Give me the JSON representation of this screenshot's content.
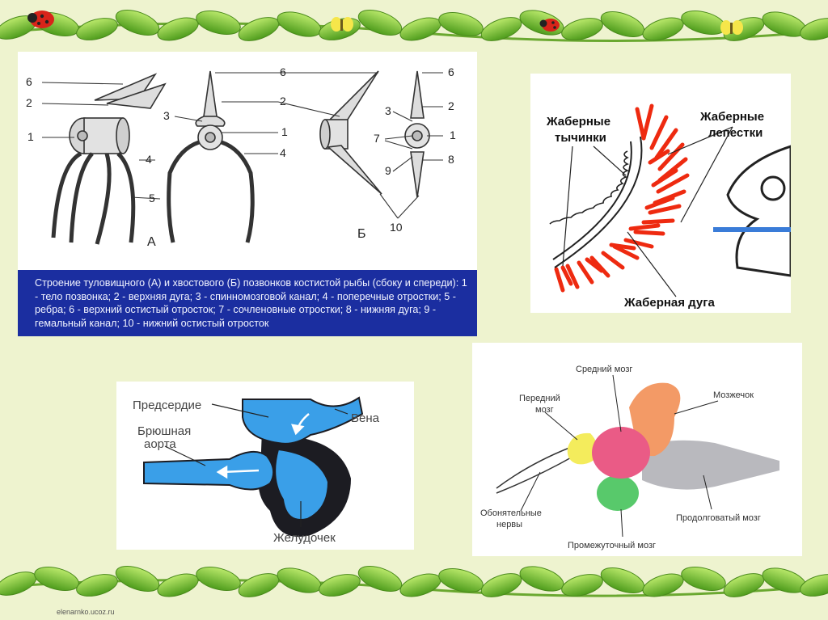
{
  "vertebra": {
    "labels": {
      "n1": "1",
      "n2": "2",
      "n3": "3",
      "n4": "4",
      "n5": "5",
      "n6": "6",
      "n7": "7",
      "n8": "8",
      "n9": "9",
      "n10": "10",
      "letter_a": "А",
      "letter_b": "Б"
    },
    "caption": "Строение туловищного (А) и хвостового (Б) позвонков костистой рыбы (сбоку и спереди): 1 - тело позвонка; 2 - верхняя дуга; 3 - спинномозговой канал; 4 - поперечные отростки; 5 - ребра; 6 - верхний остистый отросток; 7 - сочленовные отростки; 8 - нижняя дуга; 9 - гемальный канал; 10 - нижний остистый отросток"
  },
  "gill": {
    "rakers_line1": "Жаберные",
    "rakers_line2": "тычинки",
    "filaments_line1": "Жаберные",
    "filaments_line2": "лепестки",
    "arch": "Жаберная дуга"
  },
  "heart": {
    "atrium": "Предсердие",
    "aorta_line1": "Брюшная",
    "aorta_line2": "аорта",
    "vein": "Вена",
    "ventricle": "Желудочек"
  },
  "brain": {
    "midbrain": "Средний мозг",
    "forebrain_line1": "Передний",
    "forebrain_line2": "мозг",
    "cerebellum": "Мозжечок",
    "olfactory_line1": "Обонятельные",
    "olfactory_line2": "нервы",
    "medulla": "Продолговатый мозг",
    "diencephalon": "Промежуточный мозг"
  },
  "footer": {
    "credit": "elenarnko.ucoz.ru"
  },
  "colors": {
    "caption_bg": "#1b2ea0",
    "gill_red": "#ee2a10",
    "heart_blue": "#3a9fe8",
    "forebrain": "#f4ec5c",
    "midbrain": "#ea5b86",
    "cerebellum": "#f39a66",
    "diencephalon": "#58c96b",
    "medulla": "#b9b9be"
  }
}
